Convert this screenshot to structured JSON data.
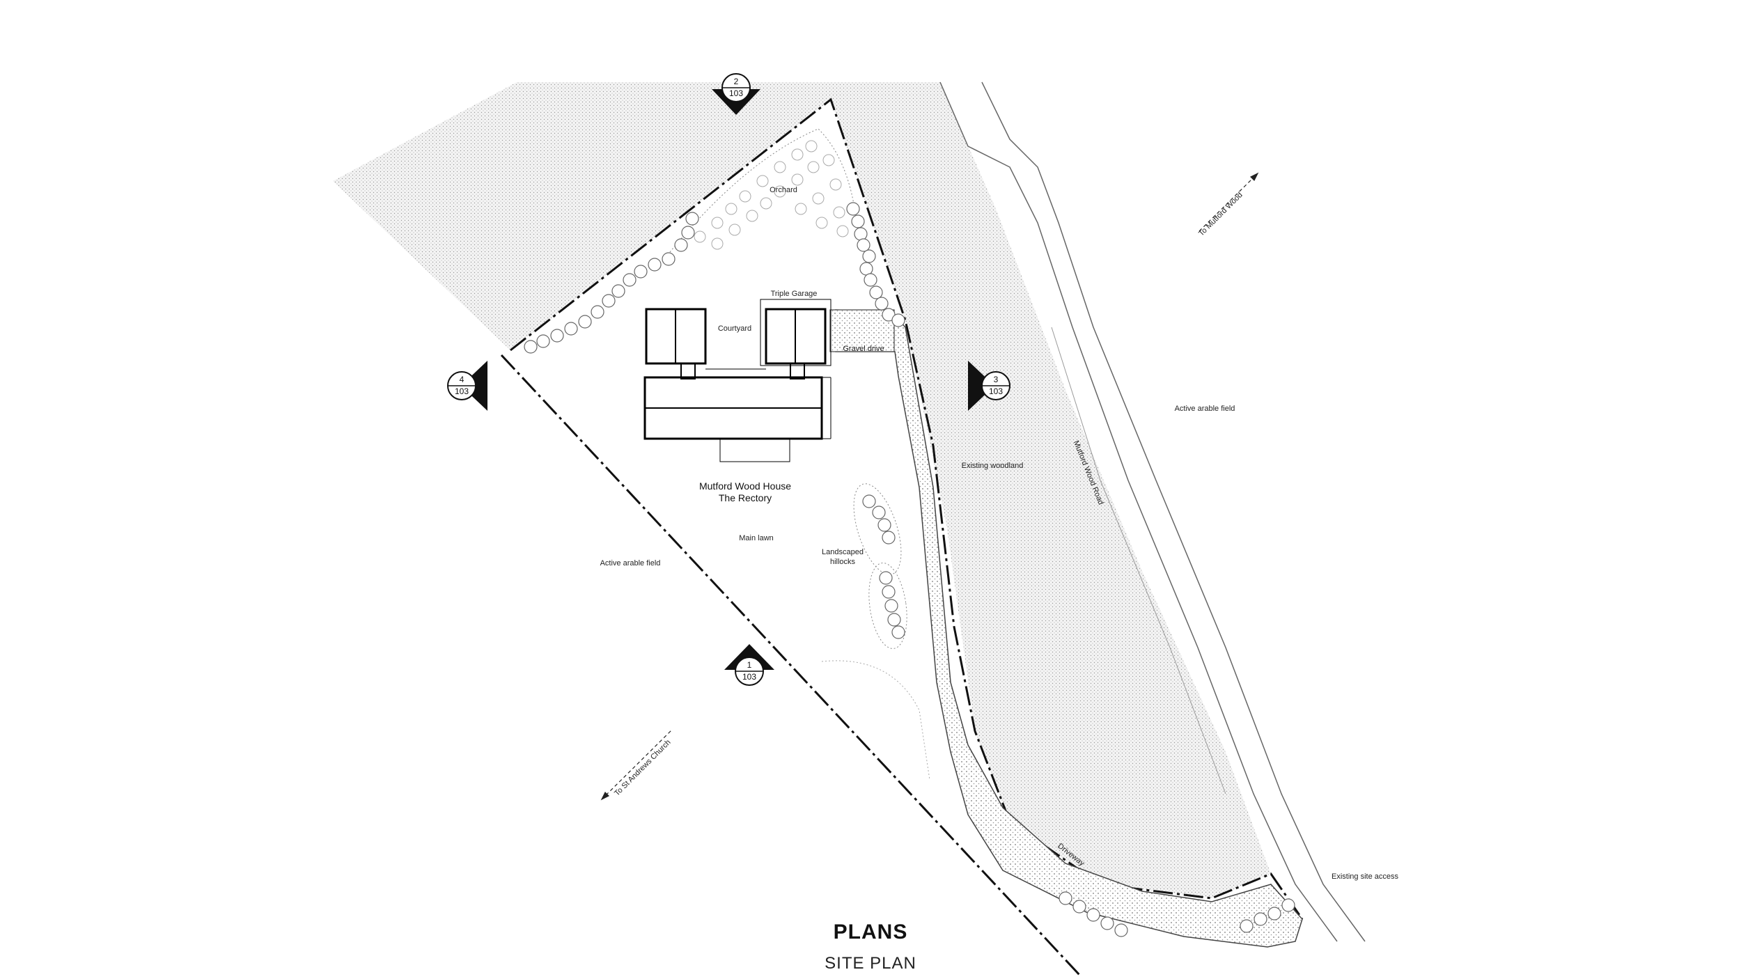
{
  "labels": {
    "orchard": "Orchard",
    "triple_garage": "Triple Garage",
    "courtyard": "Courtyard",
    "gravel_drive": "Gravel drive",
    "house_name_1": "Mutford Wood House",
    "house_name_2": "The Rectory",
    "main_lawn": "Main lawn",
    "hillocks_1": "Landscaped",
    "hillocks_2": "hillocks",
    "existing_woodland": "Existing woodland",
    "arable_east": "Active arable field",
    "arable_west": "Active arable field",
    "road": "Mutford Wood Road",
    "to_mutford_wood": "To Mutford Wood",
    "to_st_andrews": "To St Andrews Church",
    "driveway": "Driveway",
    "site_access": "Existing site access"
  },
  "section_markers": [
    {
      "top": "2",
      "bottom": "103"
    },
    {
      "top": "3",
      "bottom": "103"
    },
    {
      "top": "4",
      "bottom": "103"
    },
    {
      "top": "1",
      "bottom": "103"
    }
  ],
  "title": {
    "main": "PLANS",
    "sub": "SITE PLAN"
  }
}
